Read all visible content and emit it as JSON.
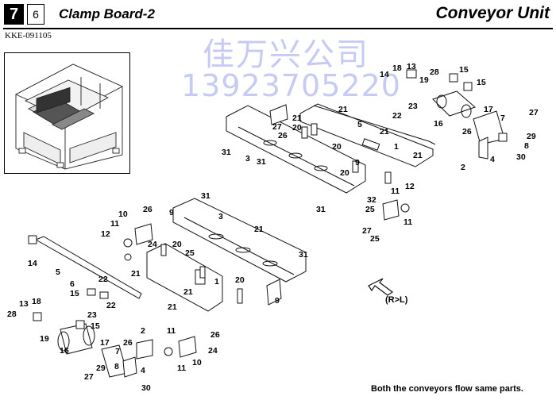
{
  "header": {
    "section_number": "7",
    "subsection_number": "6",
    "title": "Clamp Board-2",
    "unit": "Conveyor Unit",
    "document_code": "KKE-091105"
  },
  "watermark": {
    "line1": "佳万兴公司",
    "line2": "13923705220"
  },
  "direction_label": "(R>L)",
  "footnote": "Both the conveyors flow same parts.",
  "part_numbers": {
    "a": "18",
    "b": "13",
    "c": "28",
    "d": "14",
    "e": "19",
    "f": "15",
    "g": "15",
    "h": "23",
    "i": "22",
    "j": "17",
    "k": "16",
    "l": "7",
    "m": "27",
    "n": "26",
    "o": "29",
    "p": "8",
    "q": "30",
    "r": "4",
    "s": "2",
    "t": "21",
    "u": "21",
    "v": "5",
    "w": "27",
    "x": "26",
    "y": "20",
    "z": "21",
    "aa": "1",
    "ab": "31",
    "ac": "3",
    "ad": "31",
    "ae": "20",
    "af": "9",
    "ag": "20",
    "ah": "21",
    "ai": "31",
    "aj": "11",
    "ak": "12",
    "al": "32",
    "am": "25",
    "an": "11",
    "ao": "27",
    "ap": "25",
    "aq": "31",
    "ar": "10",
    "as": "26",
    "at": "9",
    "au": "11",
    "av": "12",
    "aw": "24",
    "ax": "20",
    "ay": "3",
    "az": "21",
    "ba": "14",
    "bb": "5",
    "bc": "25",
    "bd": "21",
    "be": "31",
    "bf": "6",
    "bg": "22",
    "bh": "15",
    "bi": "22",
    "bj": "21",
    "bk": "1",
    "bl": "20",
    "bm": "9",
    "bn": "13",
    "bo": "18",
    "bp": "28",
    "bq": "23",
    "br": "15",
    "bs": "19",
    "bt": "16",
    "bu": "17",
    "bv": "7",
    "bw": "26",
    "bx": "2",
    "by": "29",
    "bz": "4",
    "ca": "27",
    "cb": "8",
    "cc": "30",
    "cd": "21",
    "ce": "11",
    "cf": "26",
    "cg": "24",
    "ch": "10",
    "ci": "11"
  }
}
